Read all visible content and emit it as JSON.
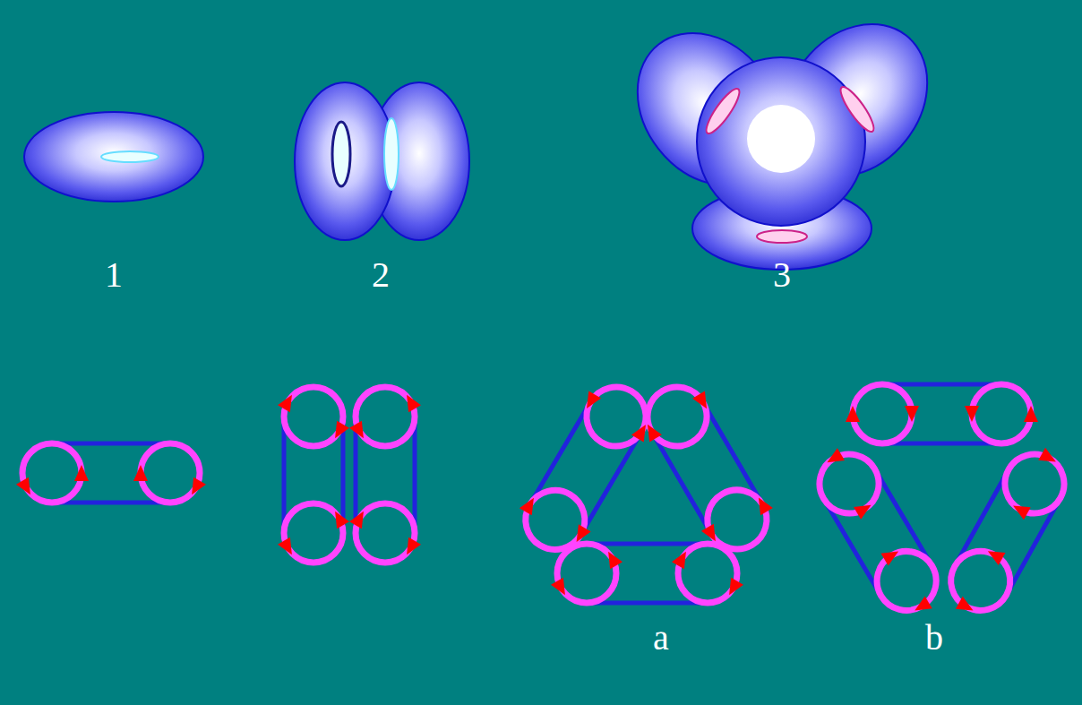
{
  "diagram": {
    "labels": [
      "1",
      "2",
      "3",
      "a",
      "b"
    ]
  }
}
